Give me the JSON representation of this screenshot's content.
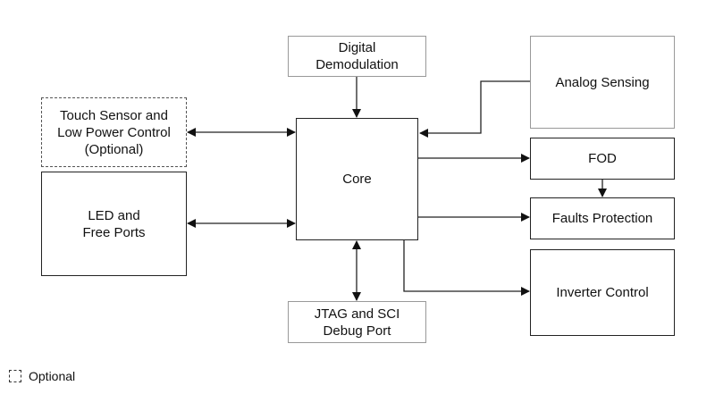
{
  "diagram": {
    "blocks": {
      "digital_demodulation": "Digital\nDemodulation",
      "analog_sensing": "Analog Sensing",
      "touch_sensor": "Touch Sensor and\nLow Power Control\n(Optional)",
      "led_ports": "LED and\nFree Ports",
      "core": "Core",
      "fod": "FOD",
      "faults_protection": "Faults Protection",
      "inverter_control": "Inverter Control",
      "jtag_debug": "JTAG and SCI\nDebug Port"
    },
    "connections": [
      {
        "from": "Digital Demodulation",
        "to": "Core",
        "type": "one-way"
      },
      {
        "from": "Analog Sensing",
        "to": "Core",
        "type": "one-way"
      },
      {
        "from": "Touch Sensor and Low Power Control",
        "to": "Core",
        "type": "bidirectional"
      },
      {
        "from": "LED and Free Ports",
        "to": "Core",
        "type": "bidirectional"
      },
      {
        "from": "Core",
        "to": "FOD",
        "type": "one-way"
      },
      {
        "from": "FOD",
        "to": "Faults Protection",
        "type": "one-way"
      },
      {
        "from": "Core",
        "to": "Faults Protection",
        "type": "one-way"
      },
      {
        "from": "Core",
        "to": "Inverter Control",
        "type": "one-way"
      },
      {
        "from": "Core",
        "to": "JTAG and SCI Debug Port",
        "type": "bidirectional"
      }
    ],
    "legend": {
      "optional_label": "Optional"
    }
  }
}
